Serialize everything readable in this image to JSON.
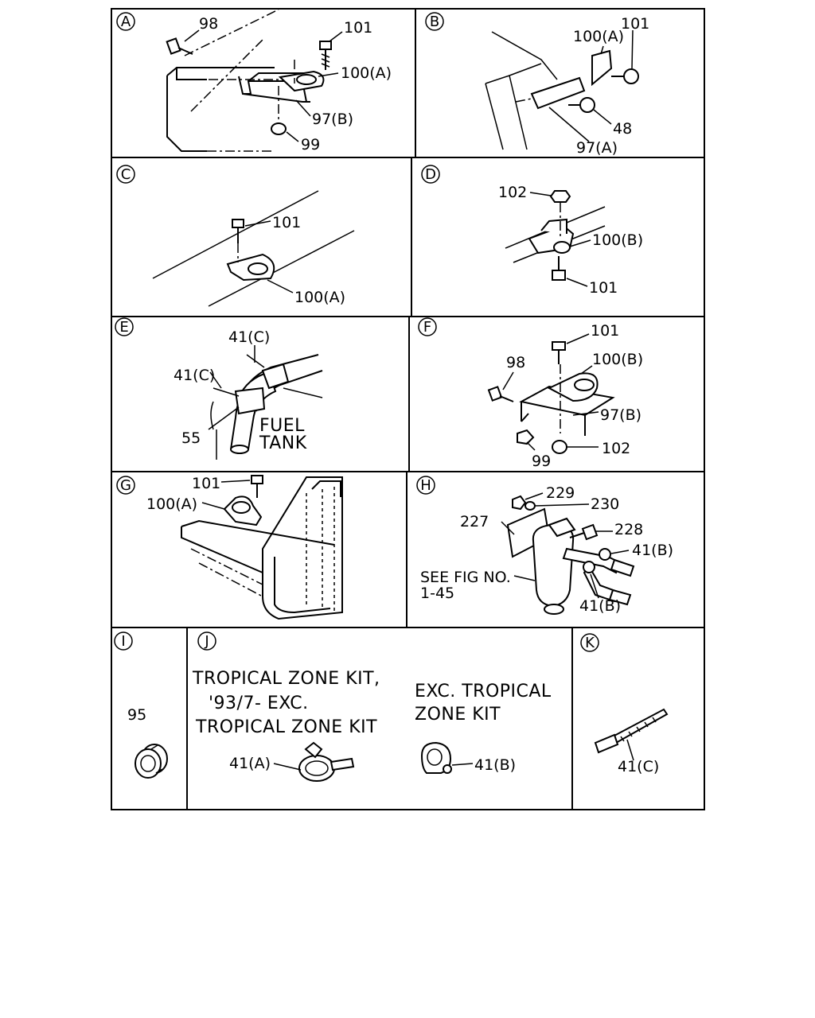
{
  "panels": {
    "A": {
      "id": "A",
      "labels": [
        "98",
        "101",
        "100(A)",
        "97(B)",
        "99"
      ]
    },
    "B": {
      "id": "B",
      "labels": [
        "100(A)",
        "101",
        "48",
        "97(A)"
      ]
    },
    "C": {
      "id": "C",
      "labels": [
        "101",
        "100(A)"
      ]
    },
    "D": {
      "id": "D",
      "labels": [
        "102",
        "100(B)",
        "101"
      ]
    },
    "E": {
      "id": "E",
      "labels": [
        "41(C)",
        "41(C)",
        "55",
        "FUEL",
        "TANK"
      ]
    },
    "F": {
      "id": "F",
      "labels": [
        "101",
        "98",
        "100(B)",
        "97(B)",
        "99",
        "102"
      ]
    },
    "G": {
      "id": "G",
      "labels": [
        "101",
        "100(A)"
      ]
    },
    "H": {
      "id": "H",
      "labels": [
        "229",
        "230",
        "227",
        "228",
        "41(B)",
        "SEE FIG NO.",
        "1-45",
        "41(B)"
      ]
    },
    "I": {
      "id": "I",
      "labels": [
        "95"
      ]
    },
    "J": {
      "id": "J",
      "labels": [
        "TROPICAL  ZONE KIT,",
        "'93/7-   EXC.",
        "TROPICAL  ZONE KIT",
        "EXC. TROPICAL",
        "ZONE  KIT",
        "41(A)",
        "41(B)"
      ]
    },
    "K": {
      "id": "K",
      "labels": [
        "41(C)"
      ]
    }
  }
}
